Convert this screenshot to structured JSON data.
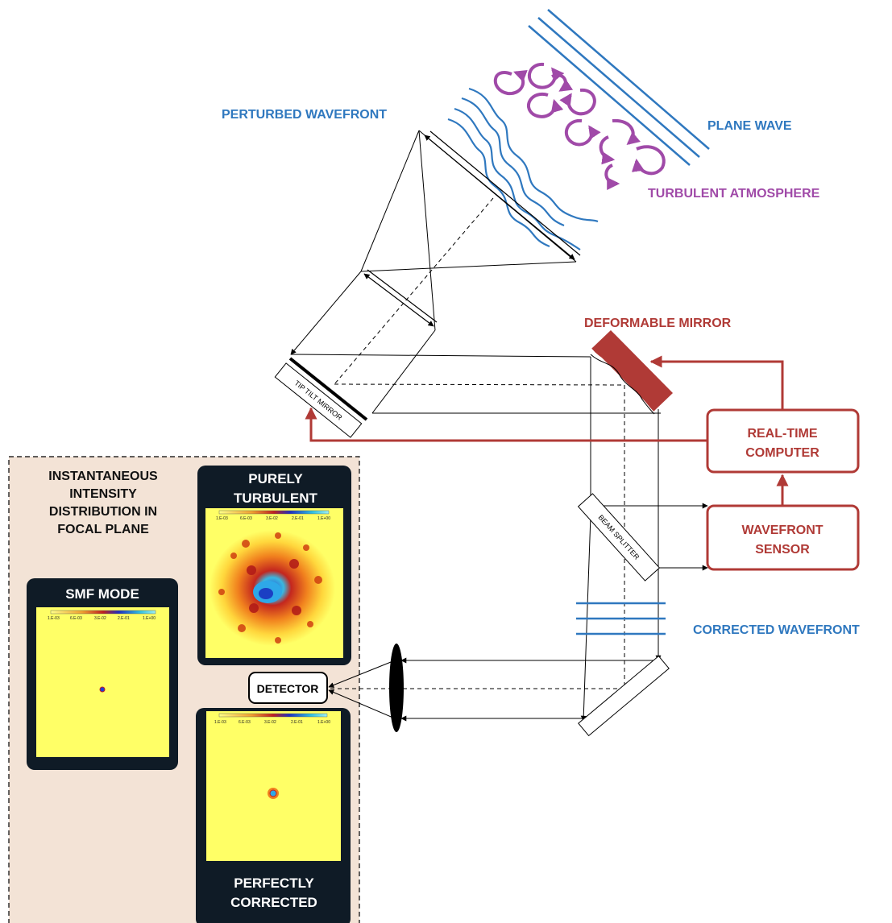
{
  "labels": {
    "perturbed_wavefront": "PERTURBED WAVEFRONT",
    "plane_wave": "PLANE WAVE",
    "turbulent_atmosphere": "TURBULENT ATMOSPHERE",
    "deformable_mirror": "DEFORMABLE MIRROR",
    "tip_tilt_mirror": "TIP TILT MIRROR",
    "real_time_computer_1": "REAL-TIME",
    "real_time_computer_2": "COMPUTER",
    "wavefront_sensor_1": "WAVEFRONT",
    "wavefront_sensor_2": "SENSOR",
    "beam_splitter": "BEAM SPLITTER",
    "corrected_wavefront": "CORRECTED WAVEFRONT",
    "detector": "DETECTOR"
  },
  "focal_panel": {
    "heading": [
      "INSTANTANEOUS",
      "INTENSITY",
      "DISTRIBUTION IN",
      "FOCAL PLANE"
    ],
    "smf_title": "SMF MODE",
    "turbulent_title": [
      "PURELY",
      "TURBULENT"
    ],
    "corrected_title": [
      "PERFECTLY",
      "CORRECTED"
    ],
    "colorbar_ticks": [
      "1.E-03",
      "6.E-03",
      "3.E-02",
      "2.E-01",
      "1.E+00"
    ]
  },
  "colors": {
    "blue": "#2f78bf",
    "red": "#b03a36",
    "purple": "#a04aa8",
    "panel_bg": "#f3e3d6",
    "card_bg": "#0f1b26",
    "plot_yellow": "#ffff66"
  }
}
